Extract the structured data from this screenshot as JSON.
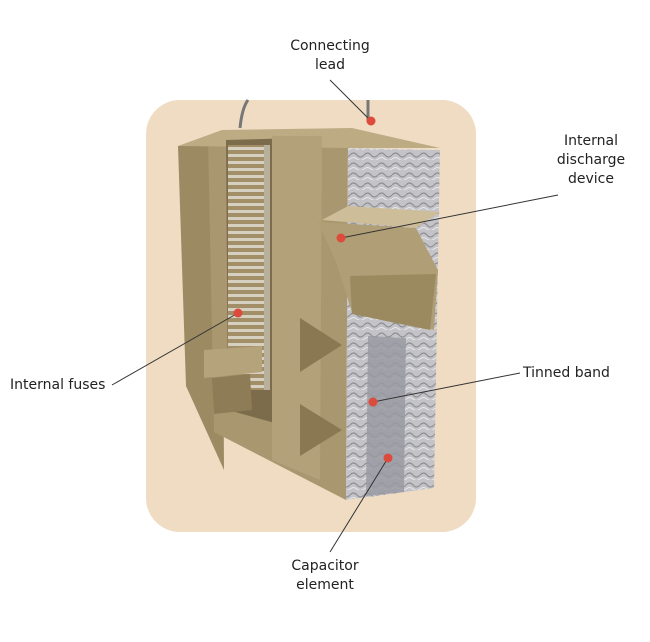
{
  "colors": {
    "background_panel": "#efdcc3",
    "cardboard": "#a9976f",
    "cardboard_dark": "#7d6c4b",
    "foil": "#c9c9cc",
    "marker": "#dc4b3c",
    "leader": "#333333"
  },
  "labels": {
    "connecting_lead": "Connecting\nlead",
    "internal_discharge_device": "Internal\ndischarge\ndevice",
    "internal_fuses": "Internal fuses",
    "tinned_band": "Tinned band",
    "capacitor_element": "Capacitor\nelement"
  }
}
